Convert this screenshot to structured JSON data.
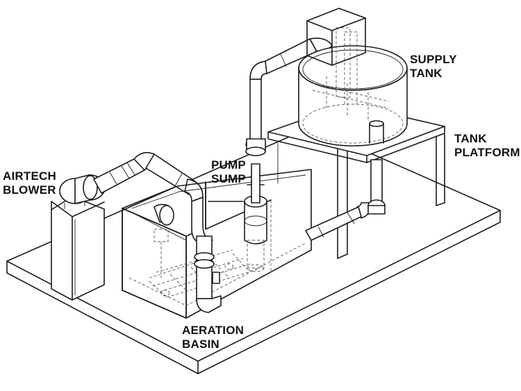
{
  "labels": {
    "supply_tank": [
      "SUPPLY",
      "TANK"
    ],
    "tank_platform": [
      "TANK",
      "PLATFORM"
    ],
    "pump_sump": [
      "PUMP",
      "SUMP"
    ],
    "airtech_blower": [
      "AIRTECH",
      "BLOWER"
    ],
    "aeration_basin": [
      "AERATION",
      "BASIN"
    ]
  },
  "colors": {
    "line": "#1a1a1a",
    "background": "#ffffff"
  }
}
